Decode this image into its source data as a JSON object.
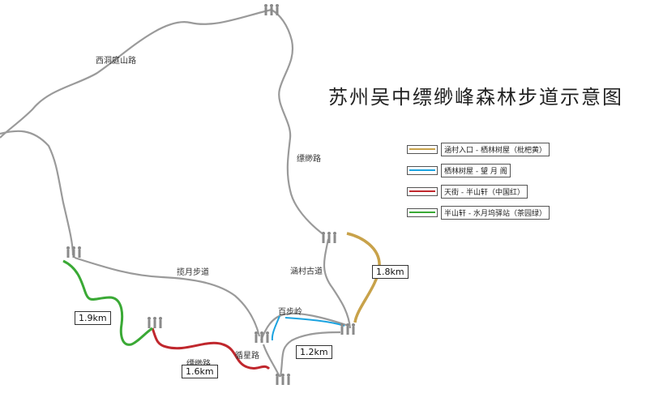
{
  "title": "苏州吴中缥缈峰森林步道示意图",
  "legend": [
    {
      "label": "涵村入口 - 栖林树屋（枇杷黄）",
      "color": "#c8a24a"
    },
    {
      "label": "栖林树屋 - 望 月 阁",
      "color": "#1aa3e0"
    },
    {
      "label": "天街 - 半山轩（中国红）",
      "color": "#c0272d"
    },
    {
      "label": "半山轩 - 水月坞驿站（茶园绿）",
      "color": "#3aa935"
    }
  ],
  "road_labels": {
    "xidongting": "西洞庭山路",
    "piaomiao": "缥缈路",
    "hancun": "涵村古道",
    "banyue": "揽月步道",
    "baibuling": "百步岭",
    "xiaoxinglu": "循星路",
    "piaomiao2": "缥缈路"
  },
  "distances": {
    "d1": "1.8km",
    "d2": "1.9km",
    "d3": "1.2km",
    "d4": "1.6km"
  },
  "icons": {
    "hiker": "hiker-group-icon"
  }
}
